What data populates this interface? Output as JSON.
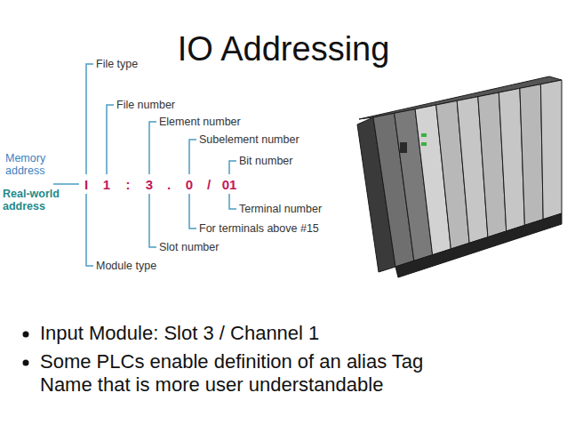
{
  "diagram": {
    "title": "IO Addressing",
    "labels": [
      "File type",
      "File number",
      "Element number",
      "Subelement number",
      "Bit number",
      "Memory address",
      "Real-world address",
      "I",
      "1",
      ":",
      "3",
      ".",
      "0",
      "/",
      "01",
      "Terminal number",
      "For terminals above #15",
      "Slot number",
      "Module type",
      "Input Module: Slot 3 / Channel 1",
      "Some PLCs enable definition of an alias Tag Name that is more user understandable"
    ]
  }
}
